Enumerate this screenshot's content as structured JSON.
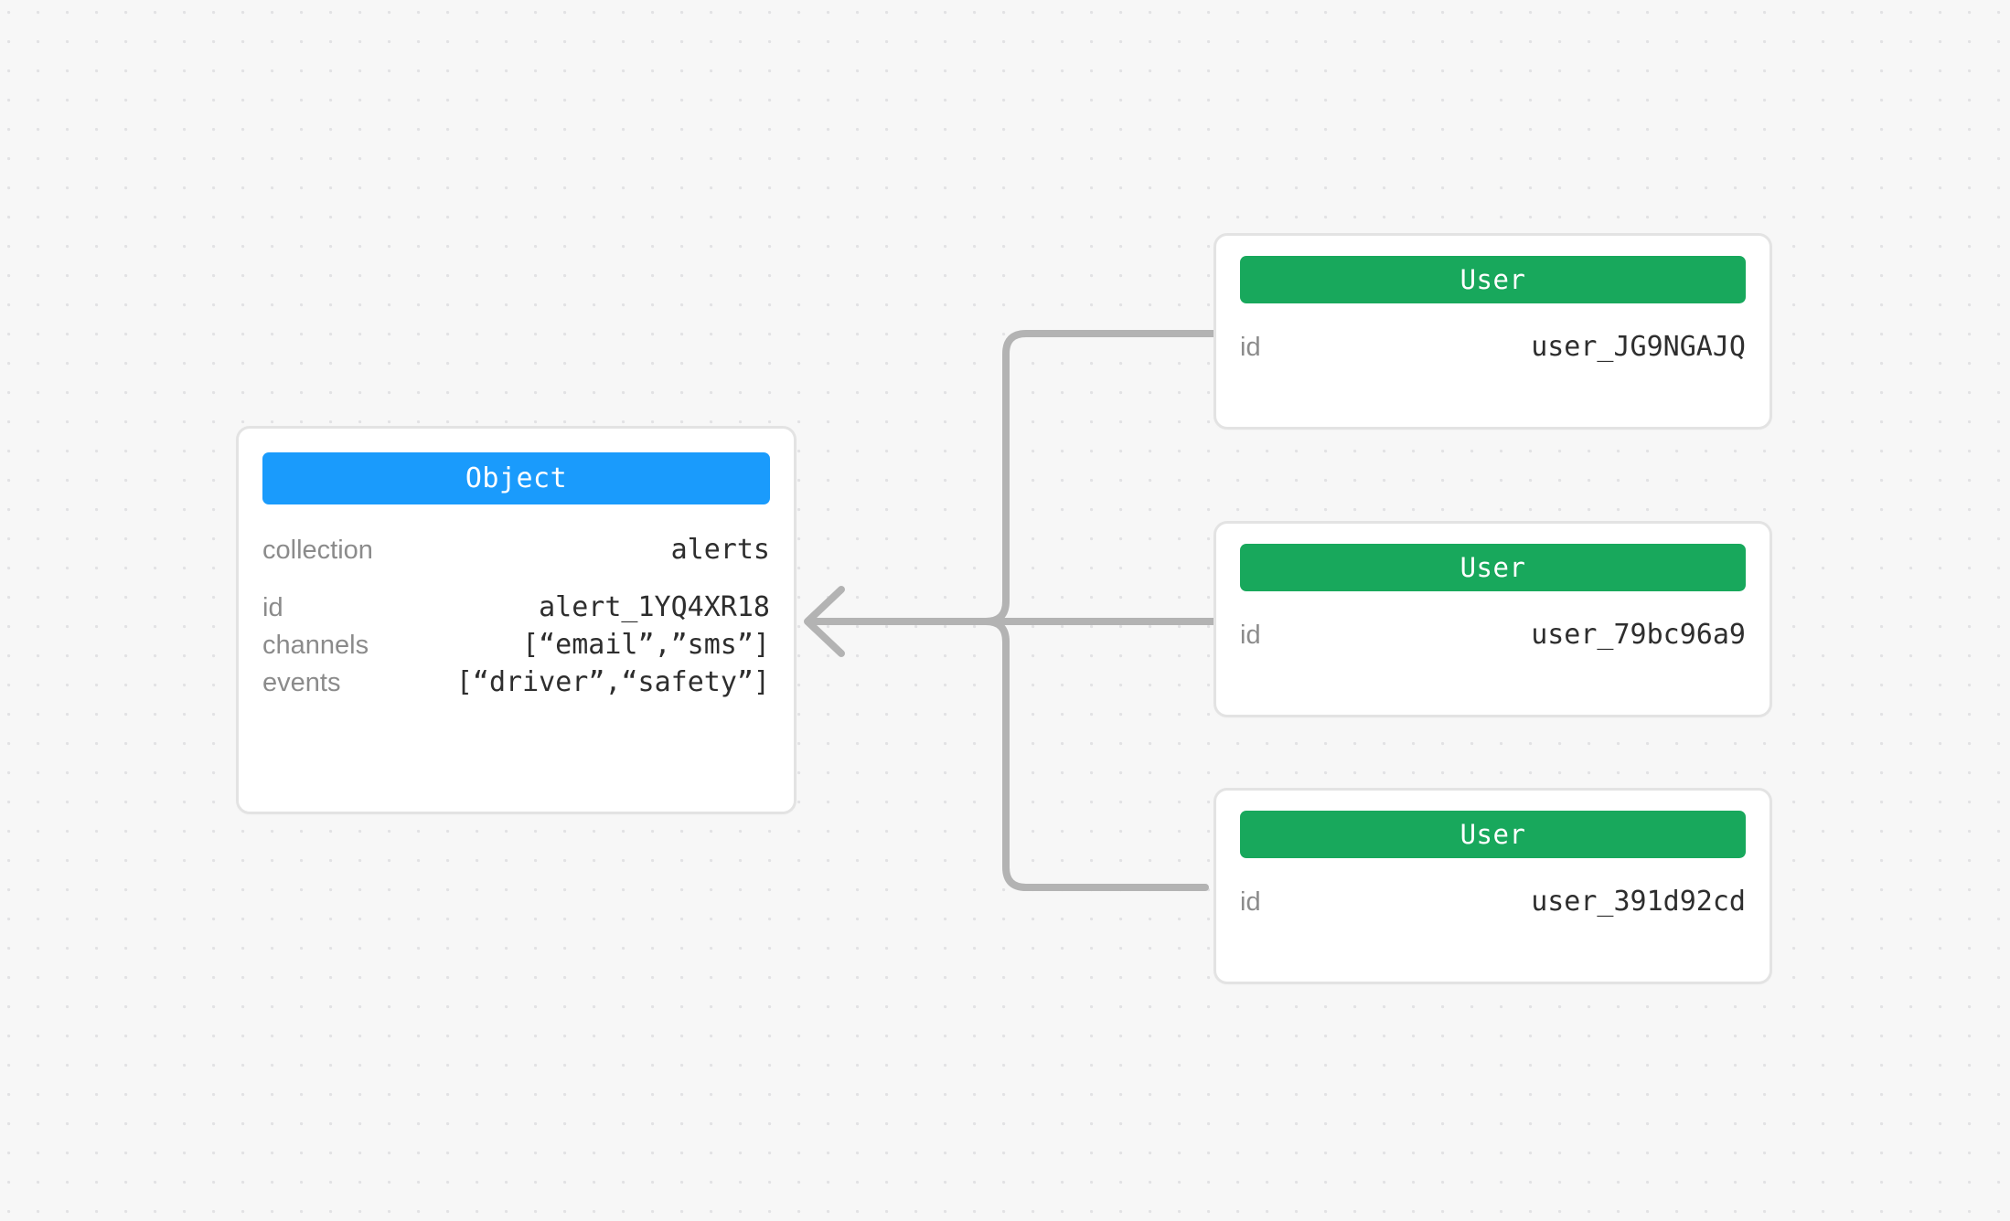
{
  "canvas": {
    "background_color": "#f7f7f7",
    "grid_dot_color": "#e2e2e4",
    "connector_color": "#b3b3b3"
  },
  "nodes": {
    "object": {
      "type_label": "Object",
      "header_color": "#1a9bfc",
      "properties": [
        {
          "key": "collection",
          "value": "alerts"
        },
        {
          "key": "id",
          "value": "alert_1YQ4XR18"
        },
        {
          "key": "channels",
          "value": "[“email”,”sms”]"
        },
        {
          "key": "events",
          "value": "[“driver”,“safety”]"
        }
      ]
    },
    "users": [
      {
        "type_label": "User",
        "header_color": "#18a85c",
        "properties": [
          {
            "key": "id",
            "value": "user_JG9NGAJQ"
          }
        ]
      },
      {
        "type_label": "User",
        "header_color": "#18a85c",
        "properties": [
          {
            "key": "id",
            "value": "user_79bc96a9"
          }
        ]
      },
      {
        "type_label": "User",
        "header_color": "#18a85c",
        "properties": [
          {
            "key": "id",
            "value": "user_391d92cd"
          }
        ]
      }
    ]
  },
  "edges": [
    {
      "from": "user-0",
      "to": "object",
      "arrow": "to-object"
    },
    {
      "from": "user-1",
      "to": "object",
      "arrow": "to-object"
    },
    {
      "from": "user-2",
      "to": "object",
      "arrow": "to-object"
    }
  ]
}
